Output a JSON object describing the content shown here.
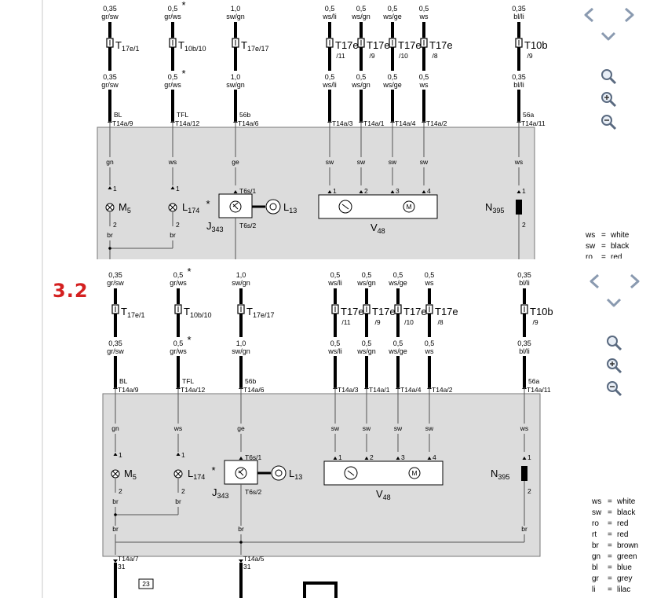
{
  "section": {
    "number": "3.2"
  },
  "top_wires": [
    {
      "id": "w1",
      "size_top": "0,35",
      "color_top": "gr/sw",
      "conn": "T17e/1",
      "conn_sub": "",
      "size_bot": "0,35",
      "color_bot": "gr/sw",
      "sig": "BL",
      "pin": "T14a/9",
      "wire_color": "gn",
      "comp_pin_top": "1",
      "comp_pin_bot": "2",
      "comp_color_bot": "br"
    },
    {
      "id": "w2",
      "size_top": "0,5",
      "color_top": "gr/ws",
      "conn": "T10b/10",
      "conn_sub": "",
      "size_bot": "0,5",
      "color_bot": "gr/ws",
      "sig": "TFL",
      "pin": "T14a/12",
      "wire_color": "ws",
      "comp_pin_top": "1",
      "comp_pin_bot": "2",
      "comp_color_bot": "br",
      "star": "*"
    },
    {
      "id": "w3",
      "size_top": "1,0",
      "color_top": "sw/gn",
      "conn": "T17e/17",
      "conn_sub": "",
      "size_bot": "1,0",
      "color_bot": "sw/gn",
      "sig": "56b",
      "pin": "T14a/6",
      "wire_color": "ge"
    },
    {
      "id": "w4",
      "size_top": "0,5",
      "color_top": "ws/li",
      "conn": "T17e",
      "conn_sub": "/11",
      "size_bot": "0,5",
      "color_bot": "ws/li",
      "pin": "T14a/3",
      "wire_color": "sw",
      "v_pin": "1"
    },
    {
      "id": "w5",
      "size_top": "0,5",
      "color_top": "ws/gn",
      "conn": "T17e",
      "conn_sub": "/9",
      "size_bot": "0,5",
      "color_bot": "ws/gn",
      "pin": "T14a/1",
      "wire_color": "sw",
      "v_pin": "2"
    },
    {
      "id": "w6",
      "size_top": "0,5",
      "color_top": "ws/ge",
      "conn": "T17e",
      "conn_sub": "/10",
      "size_bot": "0,5",
      "color_bot": "ws/ge",
      "pin": "T14a/4",
      "wire_color": "sw",
      "v_pin": "3"
    },
    {
      "id": "w7",
      "size_top": "0,5",
      "color_top": "ws",
      "conn": "T17e",
      "conn_sub": "/8",
      "size_bot": "0,5",
      "color_bot": "ws",
      "pin": "T14a/2",
      "wire_color": "sw",
      "v_pin": "4"
    },
    {
      "id": "w8",
      "size_top": "0,35",
      "color_top": "bl/li",
      "conn": "T10b",
      "conn_sub": "/9",
      "size_bot": "0,35",
      "color_bot": "bl/li",
      "sig": "56a",
      "pin": "T14a/11",
      "wire_color": "ws",
      "comp_pin_top": "1",
      "comp_pin_bot": "2"
    }
  ],
  "components": {
    "m5": {
      "name": "M",
      "sub": "5"
    },
    "l174": {
      "name": "L",
      "sub": "174",
      "star": "*"
    },
    "j343": {
      "name": "J",
      "sub": "343",
      "pin_top": "T6s/1",
      "pin_bot": "T6s/2"
    },
    "l13": {
      "name": "L",
      "sub": "13"
    },
    "v48": {
      "name": "V",
      "sub": "48"
    },
    "n395": {
      "name": "N",
      "sub": "395"
    }
  },
  "bottom": {
    "left_pin": "T14a/7",
    "left_num": "31",
    "mid_pin": "T14a/5",
    "mid_num": "31",
    "ref_box": "23",
    "br_label": "br"
  },
  "legend": [
    {
      "code": "ws",
      "meaning": "white"
    },
    {
      "code": "sw",
      "meaning": "black"
    },
    {
      "code": "ro",
      "meaning": "red"
    },
    {
      "code": "rt",
      "meaning": "red"
    },
    {
      "code": "br",
      "meaning": "brown"
    },
    {
      "code": "gn",
      "meaning": "green"
    },
    {
      "code": "bl",
      "meaning": "blue"
    },
    {
      "code": "gr",
      "meaning": "grey"
    },
    {
      "code": "li",
      "meaning": "lilac"
    }
  ],
  "legend_top": [
    {
      "code": "ws",
      "meaning": "white"
    },
    {
      "code": "sw",
      "meaning": "black"
    },
    {
      "code": "ro",
      "meaning": "red"
    }
  ],
  "nav": {
    "prev_icon": "chevron-left-icon",
    "next_icon": "chevron-right-icon",
    "down_icon": "chevron-down-icon",
    "zoom_icon": "magnifier-icon",
    "zoom_in_icon": "zoom-in-icon",
    "zoom_out_icon": "zoom-out-icon"
  },
  "colors": {
    "panel": "#dcdcdc",
    "accent": "#d42020",
    "frame": "#777777"
  }
}
